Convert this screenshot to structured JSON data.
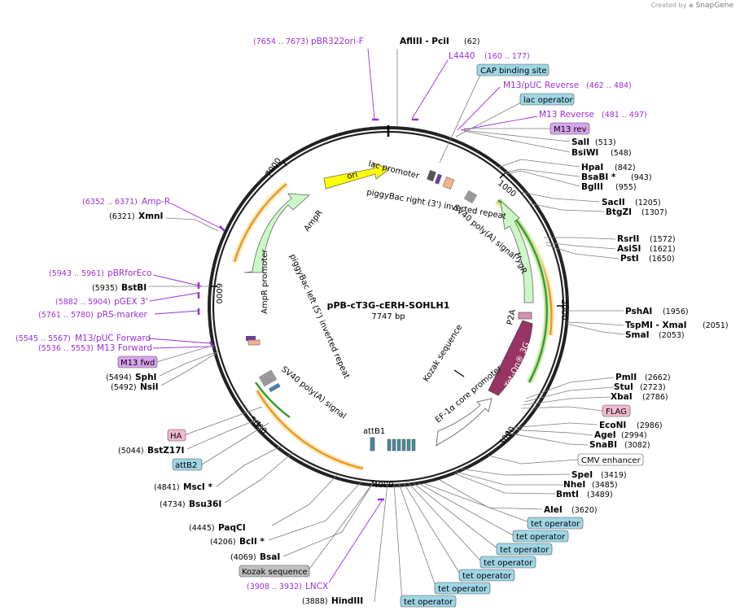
{
  "credit": {
    "text": "Created by",
    "brand": "SnapGene"
  },
  "plasmid": {
    "name": "pPB-cT3G-cERH-SOHLH1",
    "size": "7747 bp"
  },
  "ticks": [
    "1000",
    "2000",
    "3000",
    "4000",
    "5000",
    "6000",
    "7000"
  ],
  "features": {
    "ori": "ori",
    "ampr": "AmpR",
    "ampr_promoter": "AmpR promoter",
    "lac_promoter": "lac promoter",
    "pb_right": "piggyBac right (3') inverted repeat",
    "sv40_right": "SV40 poly(A) signal",
    "hygr": "HygR",
    "p2a": "P2A",
    "teton": "Tet-On® 3G",
    "ef1a": "EF-1α core promoter",
    "kozak": "Kozak sequence",
    "attb1": "attB1",
    "pb_left": "piggyBac left (5') inverted repeat",
    "sv40_left": "SV40 poly(A) signal"
  },
  "right_labels": [
    {
      "name": "AflIII  - PciI",
      "coord": "(62)"
    },
    {
      "name": "SalI",
      "coord": "(513)"
    },
    {
      "name": "BsiWI",
      "coord": "(548)"
    },
    {
      "name": "HpaI",
      "coord": "(842)"
    },
    {
      "name": "BsaBI *",
      "coord": "(943)"
    },
    {
      "name": "BglII",
      "coord": "(955)"
    },
    {
      "name": "SacII",
      "coord": "(1205)"
    },
    {
      "name": "BtgZI",
      "coord": "(1307)"
    },
    {
      "name": "RsrII",
      "coord": "(1572)"
    },
    {
      "name": "AsiSI",
      "coord": "(1621)"
    },
    {
      "name": "PstI",
      "coord": "(1650)"
    },
    {
      "name": "PshAI",
      "coord": "(1956)"
    },
    {
      "name": "TspMI  - XmaI",
      "coord": "(2051)"
    },
    {
      "name": "SmaI",
      "coord": "(2053)"
    },
    {
      "name": "PmlI",
      "coord": "(2662)"
    },
    {
      "name": "StuI",
      "coord": "(2723)"
    },
    {
      "name": "XbaI",
      "coord": "(2786)"
    },
    {
      "name": "EcoNI",
      "coord": "(2986)"
    },
    {
      "name": "AgeI",
      "coord": "(2994)"
    },
    {
      "name": "SnaBI",
      "coord": "(3082)"
    },
    {
      "name": "SpeI",
      "coord": "(3419)"
    },
    {
      "name": "NheI",
      "coord": "(3485)"
    },
    {
      "name": "BmtI",
      "coord": "(3489)"
    },
    {
      "name": "AleI",
      "coord": "(3620)"
    }
  ],
  "left_labels": [
    {
      "name": "XmnI",
      "coord": "(6321)"
    },
    {
      "name": "BstBI",
      "coord": "(5935)"
    },
    {
      "name": "SphI",
      "coord": "(5494)"
    },
    {
      "name": "NsiI",
      "coord": "(5492)"
    },
    {
      "name": "BstZ17I",
      "coord": "(5044)"
    },
    {
      "name": "MscI *",
      "coord": "(4841)"
    },
    {
      "name": "Bsu36I",
      "coord": "(4734)"
    },
    {
      "name": "PaqCI",
      "coord": "(4445)"
    },
    {
      "name": "BclI *",
      "coord": "(4206)"
    },
    {
      "name": "BsaI",
      "coord": "(4069)"
    },
    {
      "name": "HindIII",
      "coord": "(3888)"
    }
  ],
  "primers": [
    {
      "name": "pBR322ori-F",
      "coord": "(7654 .. 7673)"
    },
    {
      "name": "L4440",
      "coord": "(160 .. 177)"
    },
    {
      "name": "M13/pUC Reverse",
      "coord": "(462 .. 484)"
    },
    {
      "name": "M13 Reverse",
      "coord": "(481 .. 497)"
    },
    {
      "name": "Amp-R",
      "coord": "(6352 .. 6371)"
    },
    {
      "name": "pBRforEco",
      "coord": "(5943 .. 5961)"
    },
    {
      "name": "pGEX 3'",
      "coord": "(5882 .. 5904)"
    },
    {
      "name": "pRS-marker",
      "coord": "(5761 .. 5780)"
    },
    {
      "name": "M13/pUC Forward",
      "coord": "(5545 .. 5567)"
    },
    {
      "name": "M13 Forward",
      "coord": "(5536 .. 5553)"
    },
    {
      "name": "LNCX",
      "coord": "(3908 .. 3932)"
    }
  ],
  "boxes": {
    "cap": "CAP binding site",
    "lac_operator": "lac operator",
    "m13rev": "M13 rev",
    "flag": "FLAG",
    "cmv": "CMV enhancer",
    "tet": "tet operator",
    "m13fwd": "M13 fwd",
    "ha": "HA",
    "attb2": "attB2",
    "kozak": "Kozak sequence"
  },
  "colors": {
    "ori": "#ffff00",
    "ampr": "#ccf8c8",
    "hygr": "#ccf8c8",
    "teton": "#993366",
    "primer": "#9b30d9",
    "box_blue": "#9fd6e6",
    "box_pink": "#f2b9d2",
    "box_gray": "#bfbfbf",
    "pb_arc": "#f0a830",
    "sv40_arc": "#3a9b2c"
  }
}
